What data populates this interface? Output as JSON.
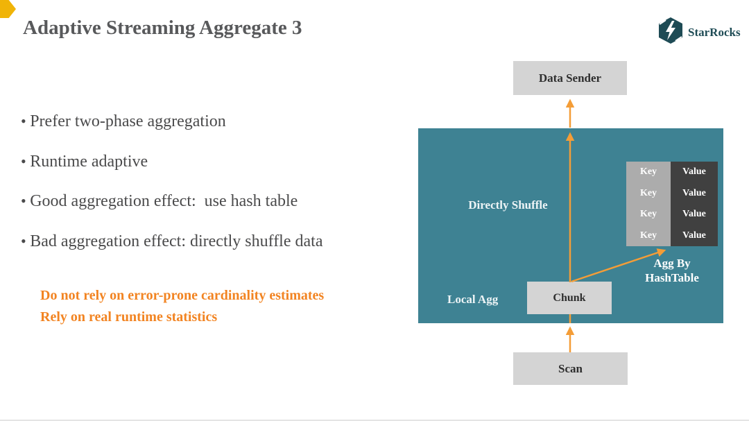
{
  "colors": {
    "accent_yellow": "#F0B408",
    "title_gray": "#58595B",
    "body_gray": "#4A4A4B",
    "note_orange": "#F28422",
    "arrow_orange": "#F49D37",
    "teal_panel": "#3E8293",
    "box_gray": "#D4D4D4",
    "key_gray": "#ACACAC",
    "value_dark": "#404040",
    "logo_teal": "#1E4B55",
    "box_text": "#2E2E2E"
  },
  "header": {
    "title": "Adaptive Streaming Aggregate 3",
    "logo_text": "StarRocks"
  },
  "bullets": [
    "Prefer two-phase aggregation",
    "Runtime adaptive",
    "Good aggregation effect:  use hash table",
    "Bad aggregation effect: directly shuffle data"
  ],
  "notes": [
    "Do not rely on error-prone cardinality estimates",
    "Rely on real runtime statistics"
  ],
  "diagram": {
    "data_sender_label": "Data Sender",
    "shuffle_label": "Directly Shuffle",
    "local_agg_label": "Local Agg",
    "chunk_label": "Chunk",
    "agg_by_label_line1": "Agg By",
    "agg_by_label_line2": "HashTable",
    "scan_label": "Scan",
    "hash_table": {
      "rows": [
        {
          "key": "Key",
          "value": "Value"
        },
        {
          "key": "Key",
          "value": "Value"
        },
        {
          "key": "Key",
          "value": "Value"
        },
        {
          "key": "Key",
          "value": "Value"
        }
      ]
    }
  }
}
